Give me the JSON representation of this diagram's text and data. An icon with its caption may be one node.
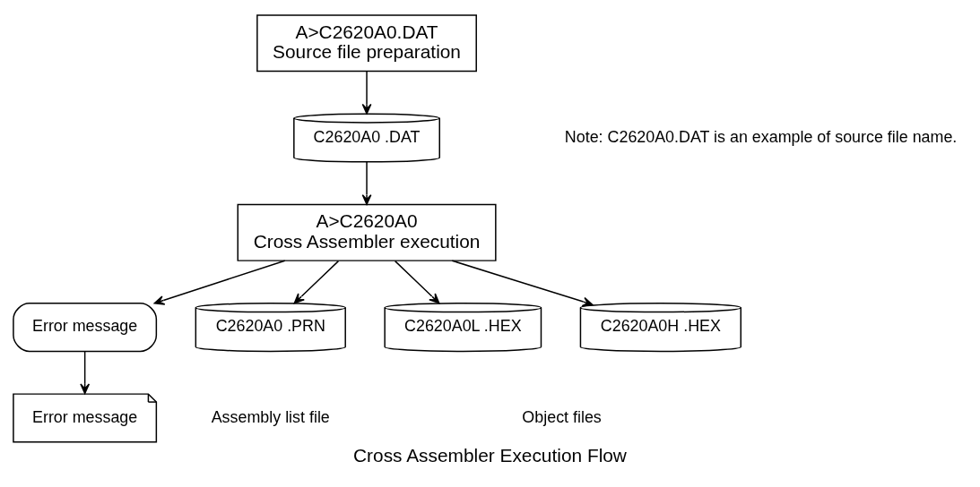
{
  "diagram": {
    "caption": "Cross Assembler Execution Flow",
    "nodes": [
      {
        "text": [
          "A>C2620A0.DAT",
          "Source file preparation"
        ]
      },
      {
        "text": [
          "C2620A0 .DAT"
        ]
      },
      {
        "text": [
          "A>C2620A0",
          "Cross Assembler execution"
        ]
      },
      {
        "text": [
          "Error message"
        ]
      },
      {
        "text": [
          "C2620A0 .PRN"
        ],
        "beside": [
          "Assembly list file"
        ]
      },
      {
        "text": [
          "C2620A0L .HEX"
        ]
      },
      {
        "text": [
          "C2620A0H .HEX"
        ]
      },
      {
        "text": [
          "Error message"
        ]
      }
    ],
    "edges": [
      {
        "from": 0,
        "to": 1,
        "arrow": "to"
      },
      {
        "from": 1,
        "to": 2,
        "arrow": "to"
      },
      {
        "from": 2,
        "to": 3,
        "arrow": "to"
      },
      {
        "from": 2,
        "to": 4,
        "arrow": "to"
      },
      {
        "from": 2,
        "to": 5,
        "arrow": "to"
      },
      {
        "from": 2,
        "to": 6,
        "arrow": "to"
      },
      {
        "from": 3,
        "to": 7,
        "arrow": "to"
      }
    ],
    "labels": [
      "Note: C2620A0.DAT is an example of source file name.",
      "Object files"
    ]
  }
}
